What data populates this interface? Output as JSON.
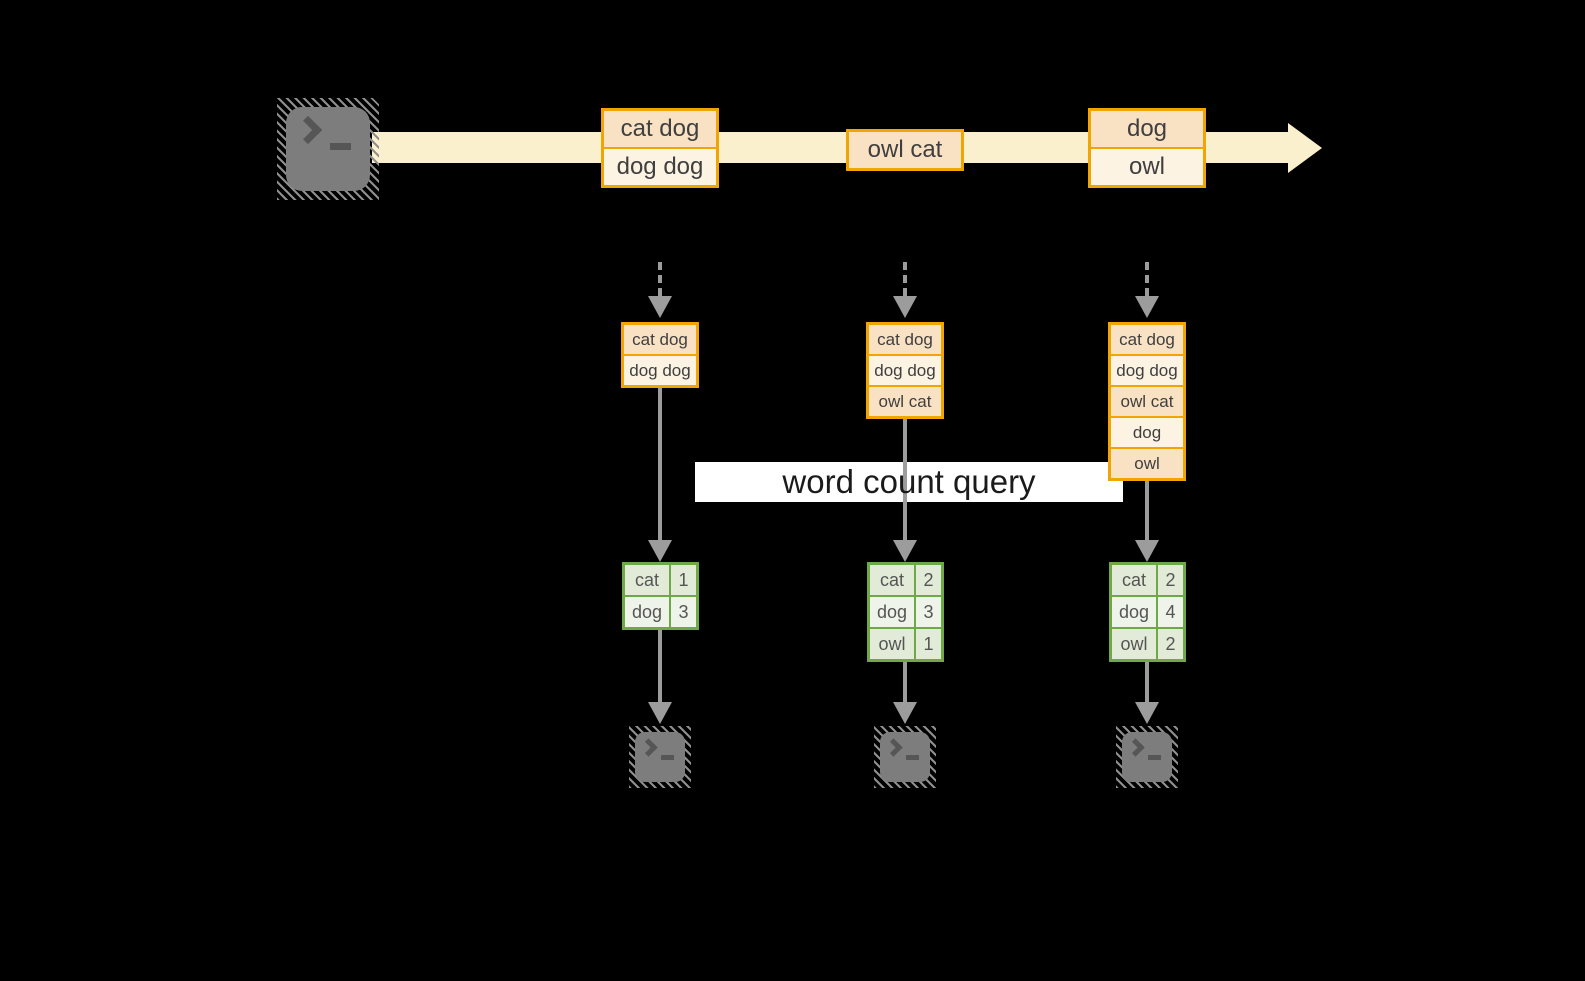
{
  "query_label": "word count query",
  "icons": {
    "terminal_prompt": ">_"
  },
  "stream_batches": [
    {
      "items": [
        "cat dog",
        "dog dog"
      ]
    },
    {
      "items": [
        "owl cat"
      ]
    },
    {
      "items": [
        "dog",
        "owl"
      ]
    }
  ],
  "columns": [
    {
      "state": [
        "cat dog",
        "dog dog"
      ],
      "counts": [
        {
          "word": "cat",
          "count": "1"
        },
        {
          "word": "dog",
          "count": "3"
        }
      ]
    },
    {
      "state": [
        "cat dog",
        "dog dog",
        "owl cat"
      ],
      "counts": [
        {
          "word": "cat",
          "count": "2"
        },
        {
          "word": "dog",
          "count": "3"
        },
        {
          "word": "owl",
          "count": "1"
        }
      ]
    },
    {
      "state": [
        "cat dog",
        "dog dog",
        "owl cat",
        "dog",
        "owl"
      ],
      "counts": [
        {
          "word": "cat",
          "count": "2"
        },
        {
          "word": "dog",
          "count": "4"
        },
        {
          "word": "owl",
          "count": "2"
        }
      ]
    }
  ],
  "colors": {
    "background": "#000000",
    "stream_band": "#FBF0CD",
    "box_border": "#F0A502",
    "box_fill_peach": "#F9E1C3",
    "box_fill_cream": "#FCF3E3",
    "table_border": "#6FA846",
    "table_fill_dark": "#E2EBD7",
    "table_fill_light": "#EFF4EA",
    "arrow_gray": "#9C9C9C",
    "terminal_gray": "#7D7D7D",
    "query_band": "#FFFFFF"
  }
}
